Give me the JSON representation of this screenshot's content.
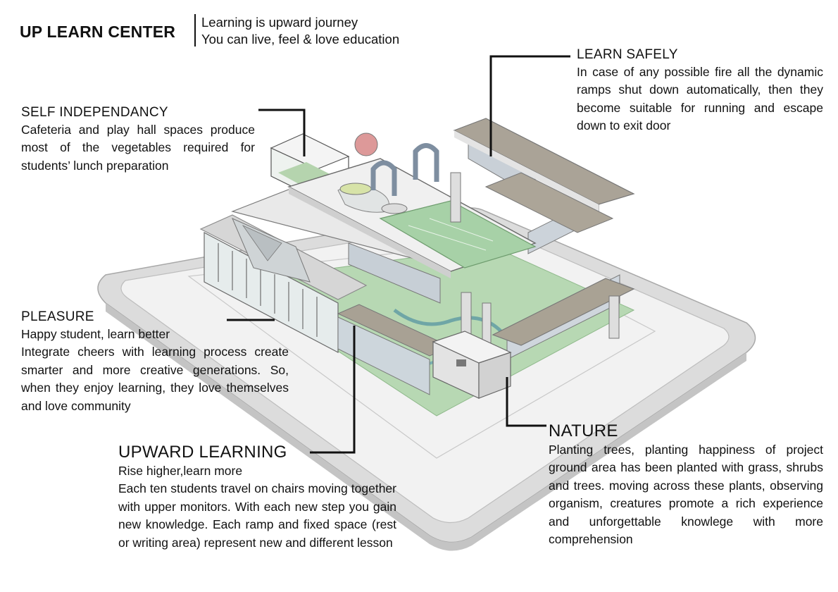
{
  "header": {
    "title": "UP LEARN CENTER",
    "tagline_1": "Learning is upward journey",
    "tagline_2": "You can live, feel & love education"
  },
  "sections": {
    "learn_safely": {
      "heading": "LEARN SAFELY",
      "body": "In case of any possible fire all the dynamic ramps shut down automatically, then they become suitable for running and escape down to exit door"
    },
    "self_independancy": {
      "heading": "SELF INDEPENDANCY",
      "body": "Cafeteria and play hall spaces produce most of the vegetables required for students’ lunch preparation"
    },
    "pleasure": {
      "heading": "PLEASURE",
      "lead": "Happy student, learn better",
      "body": "Integrate cheers with learning process create smarter and more creative generations. So, when they enjoy learning, they love themselves and love community"
    },
    "upward_learning": {
      "heading": "UPWARD LEARNING",
      "lead": "Rise higher,learn more",
      "body": "Each ten students travel on chairs moving together with upper monitors. With each new step you gain new knowledge. Each ramp and fixed space (rest or writing area) represent new and different lesson"
    },
    "nature": {
      "heading": "NATURE",
      "body": "Planting trees, planting happiness  of project ground area has been planted with grass, shrubs and trees. moving across these plants, observing organism, creatures promote a rich experience and unforgettable knowlege with more comprehension"
    }
  },
  "colors": {
    "ink": "#111111",
    "grass": "#a9cfa6",
    "plinth": "#d9d9d9",
    "roof": "#a9a296",
    "concrete": "#ececec"
  }
}
